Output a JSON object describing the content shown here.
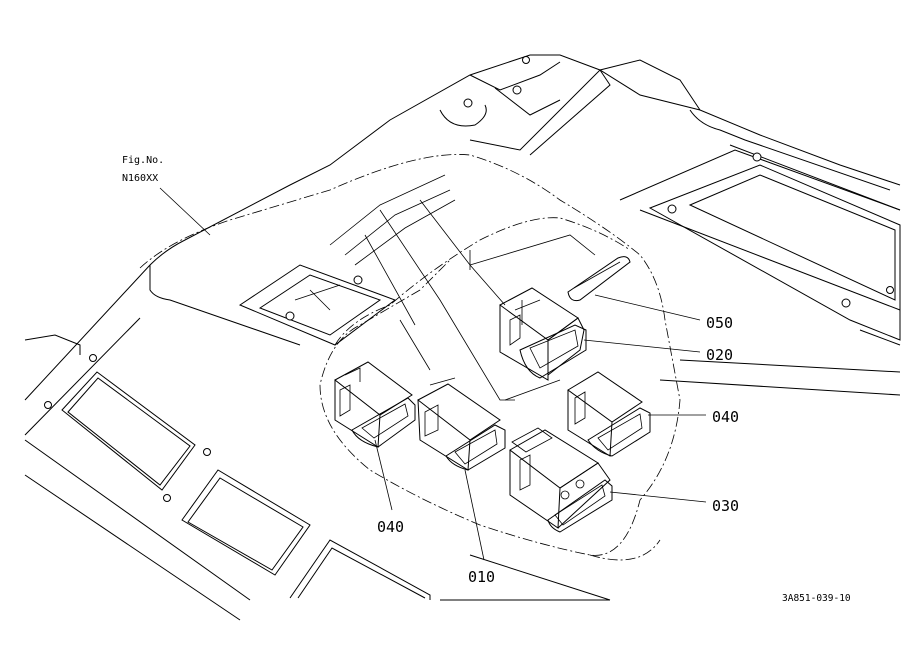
{
  "figure": {
    "fig_label": "Fig.No.",
    "fig_number": "N160XX",
    "drawing_code": "3A851-039-10"
  },
  "callouts": [
    {
      "id": "c050",
      "text": "050"
    },
    {
      "id": "c020",
      "text": "020"
    },
    {
      "id": "c040r",
      "text": "040"
    },
    {
      "id": "c030",
      "text": "030"
    },
    {
      "id": "c040l",
      "text": "040"
    },
    {
      "id": "c010",
      "text": "010"
    }
  ]
}
